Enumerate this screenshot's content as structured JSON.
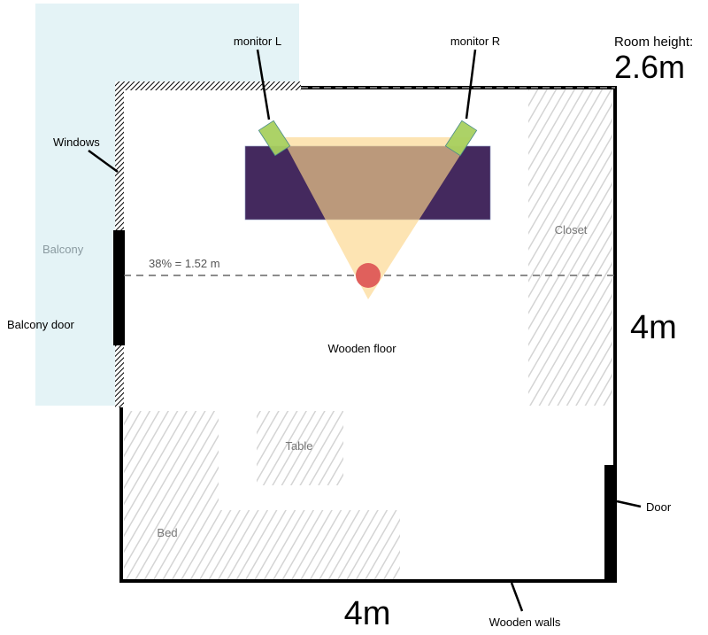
{
  "title": "Room floor plan",
  "labels": {
    "monitor_left": "monitor L",
    "monitor_right": "monitor R",
    "room_height_label": "Room height:",
    "room_height_value": "2.6m",
    "windows": "Windows",
    "balcony": "Balcony",
    "balcony_door": "Balcony door",
    "listening_position": "38% = 1.52 m",
    "floor": "Wooden floor",
    "closet": "Closet",
    "width_right": "4m",
    "table": "Table",
    "bed": "Bed",
    "door": "Door",
    "width_bottom": "4m",
    "walls": "Wooden walls"
  },
  "listening_position_percent": 38,
  "colors": {
    "balcony": "#e4f3f6",
    "desk": "#44295e",
    "sound_triangle": "#fcd58a",
    "monitor": "#a8d05f",
    "listener": "#e0605c",
    "furniture_hatch": "#d4d4d4"
  }
}
